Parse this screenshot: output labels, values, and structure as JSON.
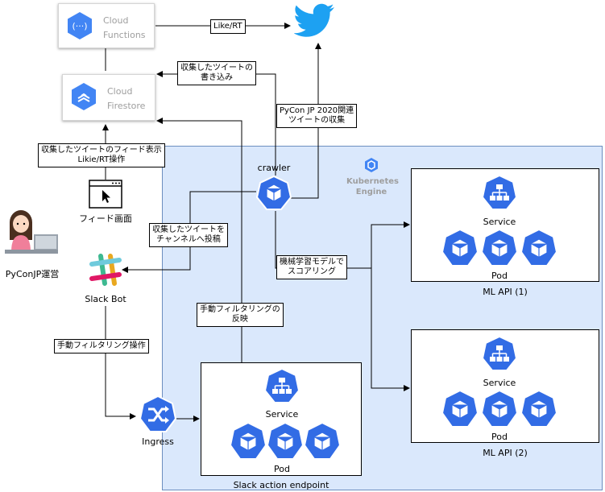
{
  "services": {
    "functions": {
      "label": "Cloud\nFunctions",
      "icon": "cloud-functions-icon"
    },
    "firestore": {
      "label": "Cloud\nFirestore",
      "icon": "cloud-firestore-icon"
    }
  },
  "kubernetes": {
    "label": "Kubernetes\nEngine",
    "icon": "kubernetes-engine-icon"
  },
  "nodes": {
    "crawler": "crawler",
    "feed_screen": "フィード画面",
    "operator": "PyConJP運営",
    "slack_bot": "Slack Bot",
    "ingress": "Ingress"
  },
  "clusters": {
    "slack_endpoint": {
      "caption": "Slack action endpoint",
      "service": "Service",
      "pod": "Pod"
    },
    "ml_api_1": {
      "caption": "ML API (1)",
      "service": "Service",
      "pod": "Pod"
    },
    "ml_api_2": {
      "caption": "ML API (2)",
      "service": "Service",
      "pod": "Pod"
    }
  },
  "edge_labels": {
    "like_rt": "Like/RT",
    "write_tweets": "収集したツイートの\n書き込み",
    "collect_tweets": "PyCon JP 2020関連\nツイートの収集",
    "feed_display": "収集したツイートのフィード表示\nLikie/RT操作",
    "post_channel": "収集したツイートを\nチャンネルへ投稿",
    "ml_scoring": "機械学習モデルで\nスコアリング",
    "manual_filter_reflect": "手動フィルタリングの\n反映",
    "manual_filter_op": "手動フィルタリング操作"
  },
  "colors": {
    "kubernetes_blue": "#326ce5",
    "gcp_blue": "#4285f4",
    "twitter_blue": "#1da1f2",
    "region_fill": "#dae8fc",
    "region_border": "#6c8ebf"
  }
}
